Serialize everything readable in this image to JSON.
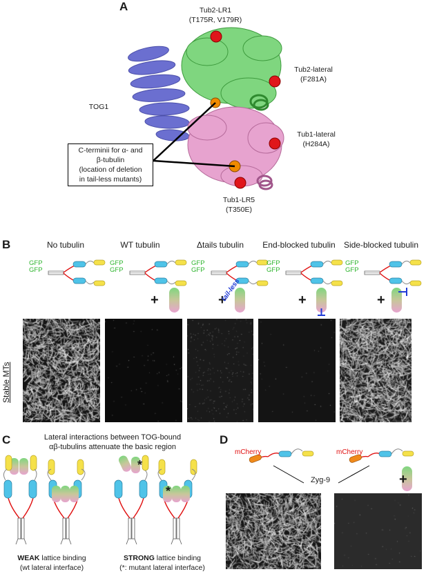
{
  "panelA": {
    "letter": "A",
    "labels": {
      "tub2_lr1": "Tub2-LR1",
      "tub2_lr1_mut": "(T175R, V179R)",
      "tub2_lat": "Tub2-lateral",
      "tub2_lat_mut": "(F281A)",
      "tog1": "TOG1",
      "tub1_lat": "Tub1-lateral",
      "tub1_lat_mut": "(H284A)",
      "tub1_lr5": "Tub1-LR5",
      "tub1_lr5_mut": "(T350E)",
      "cterm_line1": "C-terminii for α- and",
      "cterm_line2": "β-tubulin",
      "cterm_line3": "(location of deletion",
      "cterm_line4": "in tail-less mutants)"
    }
  },
  "panelB": {
    "letter": "B",
    "columns": [
      "No tubulin",
      "WT tubulin",
      "Δtails tubulin",
      "End-blocked tubulin",
      "Side-blocked tubulin"
    ],
    "gfp": "GFP",
    "plus": "+",
    "tail_less": "tail-less",
    "row_label": "Stable MTs"
  },
  "panelC": {
    "letter": "C",
    "title_line1": "Lateral interactions between TOG-bound",
    "title_line2": "αβ-tubulins attenuate the basic region",
    "weak_bold": "WEAK",
    "weak_rest": " lattice binding",
    "weak_sub": "(wt lateral interface)",
    "strong_bold": "STRONG",
    "strong_rest": " lattice binding",
    "strong_sub": "(*: mutant lateral interface)",
    "asterisk": "*"
  },
  "panelD": {
    "letter": "D",
    "mcherry": "mCherry",
    "zyg9": "Zyg-9",
    "plus": "+"
  },
  "colors": {
    "tog_blue": "#6b6fd0",
    "beta_green": "#7fd67f",
    "alpha_pink": "#e7a3cf",
    "sphere_red": "#e0161b",
    "sphere_orange": "#f08a00",
    "gfp_green": "#2fb52f",
    "mcherry_red": "#e01010",
    "block_blue": "#1f3ad6"
  }
}
